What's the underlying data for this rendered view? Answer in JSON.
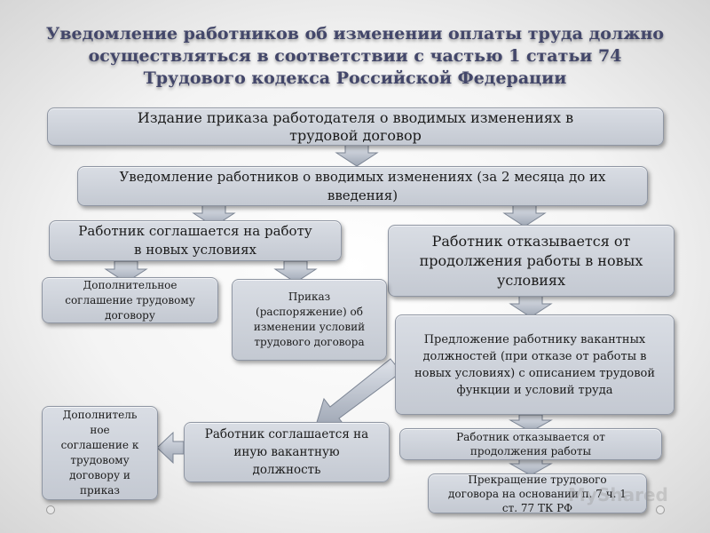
{
  "title": "Уведомление работников об изменении оплаты труда должно осуществляться в соответствии с частью 1 статьи 74 Трудового кодекса Российской Федерации",
  "boxes": {
    "order_issue": "Издание приказа работодателя о вводимых изменениях в трудовой договор",
    "notify_workers": "Уведомление работников о вводимых изменениях (за 2 месяца до их введения)",
    "worker_agrees": "Работник соглашается на работу в новых условиях",
    "worker_refuses": "Работник отказывается от продолжения работы в новых условиях",
    "additional_agreement": "Дополнительное соглашение трудовому договору",
    "order_change": "Приказ (распоряжение) об изменении условий трудового договора",
    "offer_vacancies": "Предложение работнику вакантных должностей (при отказе от работы в новых условиях) с описанием трудовой функции и условий труда",
    "agrees_vacancy": "Работник соглашается на иную вакантную должность",
    "additional_agreement_order": "Дополнитель ное соглашение к трудовому договору и приказ",
    "refuses_continue": "Работник отказывается от продолжения работы",
    "termination": "Прекращение трудового договора на основании п. 7 ч. 1 ст. 77 ТК РФ"
  },
  "watermark": "MyShared"
}
